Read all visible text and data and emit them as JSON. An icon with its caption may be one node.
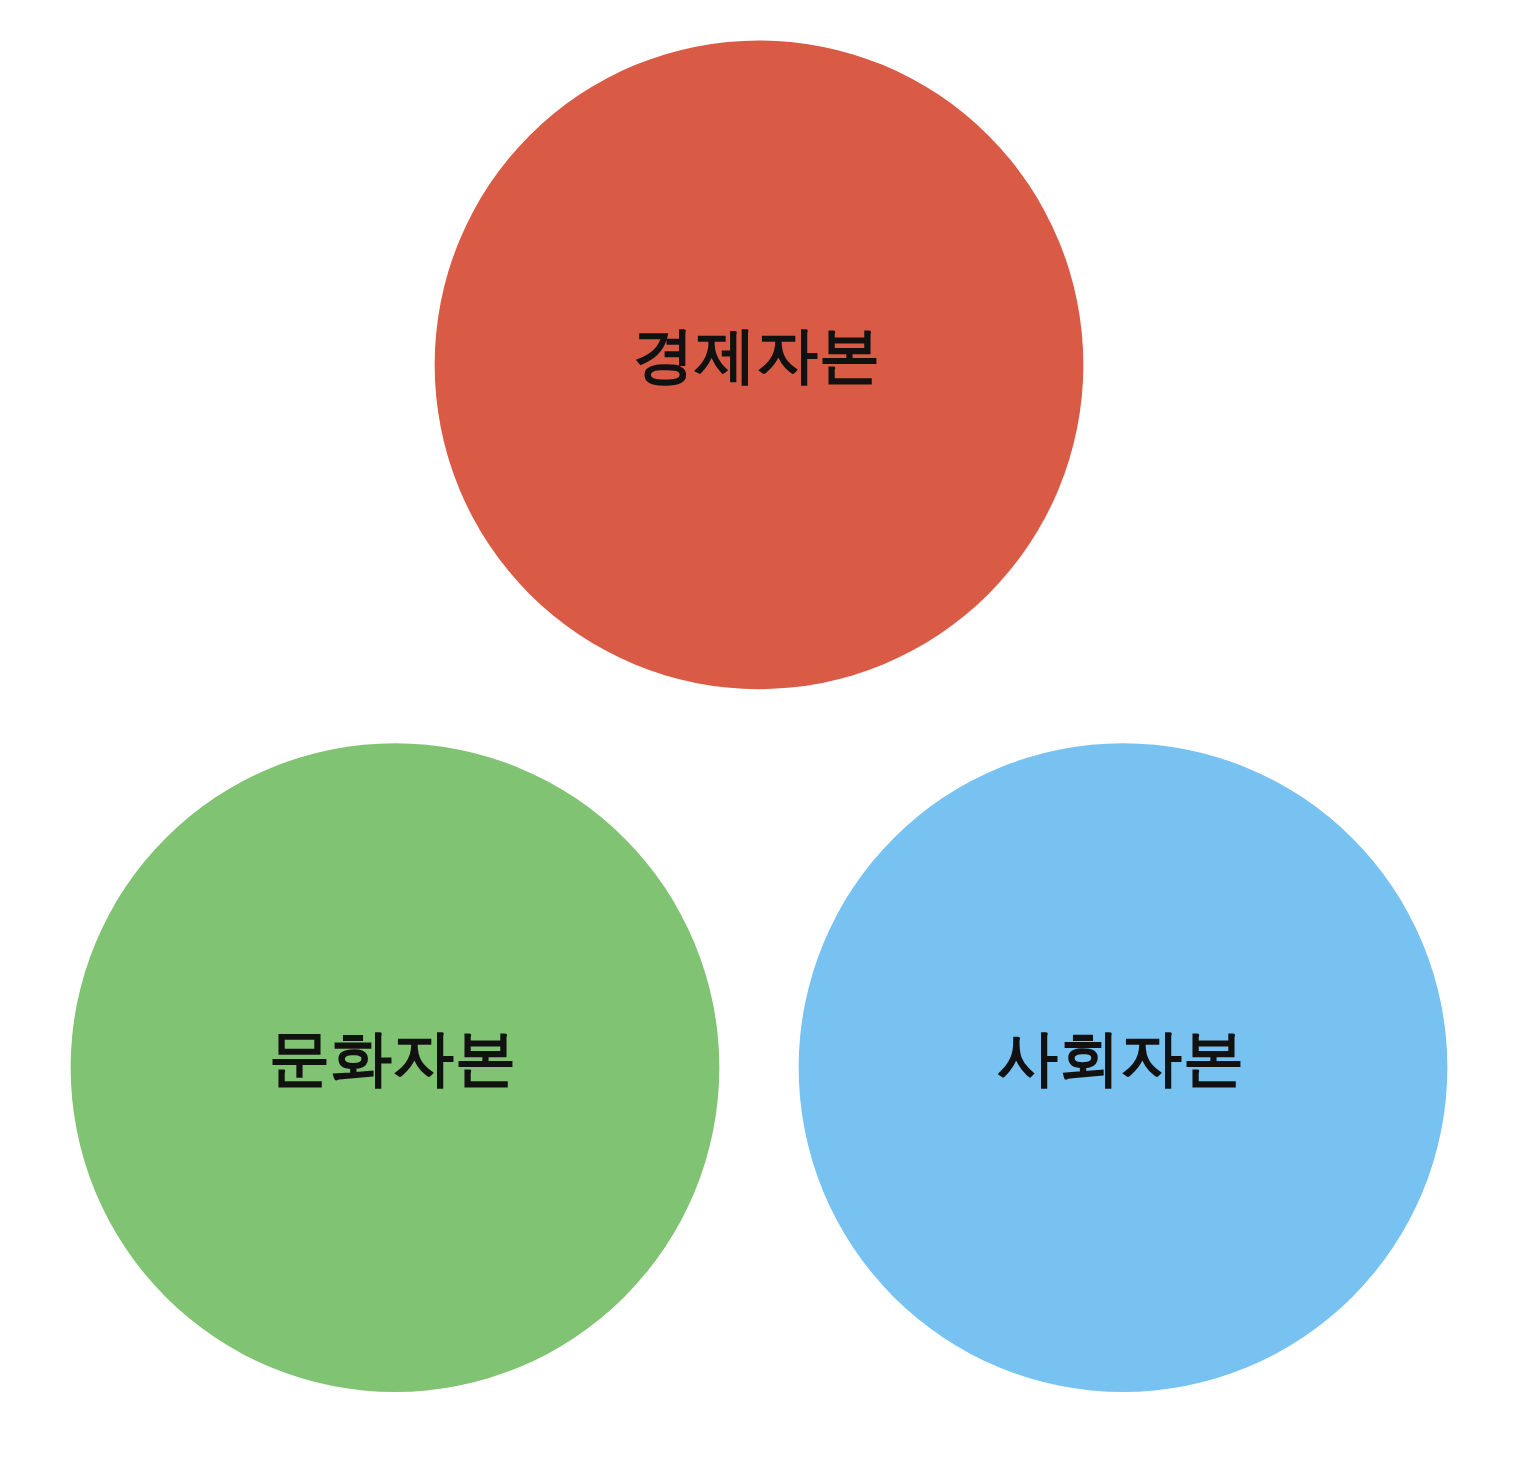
{
  "diagram": {
    "nodes": [
      {
        "text": [
          "경제자본"
        ]
      },
      {
        "text": [
          "문화자본"
        ]
      },
      {
        "text": [
          "사회자본"
        ]
      }
    ]
  }
}
